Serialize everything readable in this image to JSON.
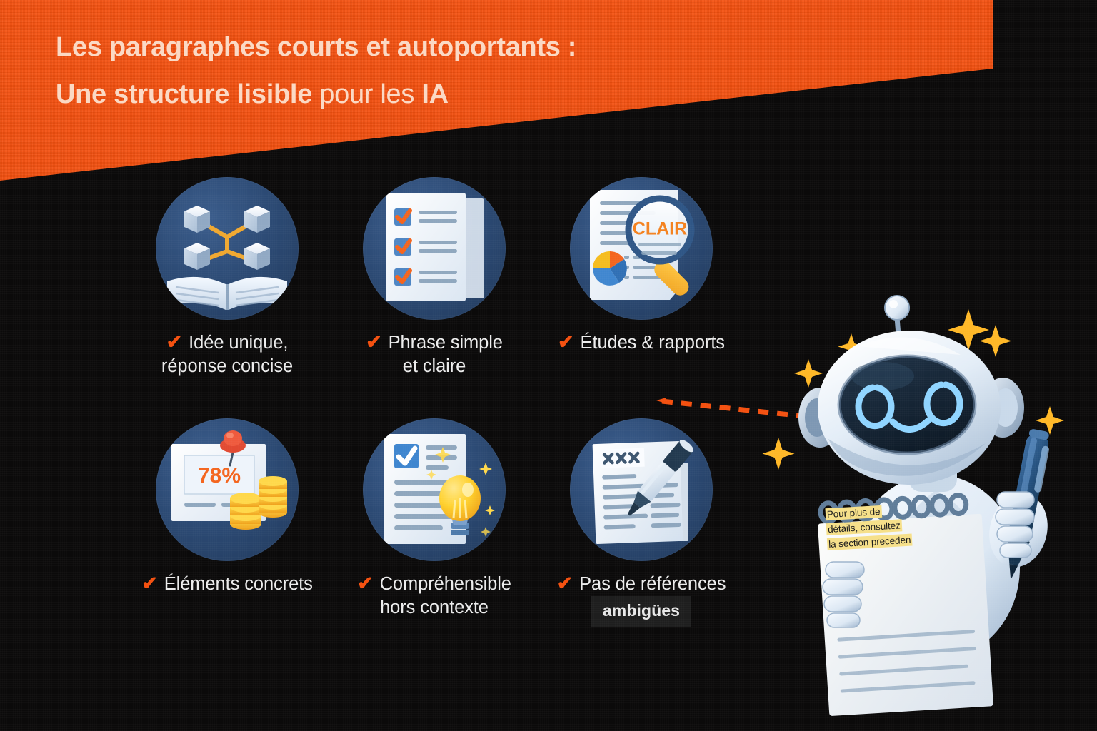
{
  "colors": {
    "banner": "#f4500f",
    "background": "#0b0a0a",
    "accent_orange": "#f4500f",
    "title_text": "#fbd9c4",
    "circle_blue": "#2c4a74",
    "caption_text": "#ececec",
    "highlight_yellow": "#f6e08a",
    "pill_background": "#1e1e1e"
  },
  "header": {
    "title_line1": "Les paragraphes courts et autoportants :",
    "title_line2_bold": "Une structure lisible",
    "title_line2_regular": " pour les ",
    "title_line2_bold2": "IA"
  },
  "items": [
    {
      "icon": "network-cubes-open-book-icon",
      "caption_line1": "Idée unique,",
      "caption_line2": "réponse concise",
      "check": "✔"
    },
    {
      "icon": "checklist-document-icon",
      "caption_line1": "Phrase simple",
      "caption_line2": "et claire",
      "check": "✔"
    },
    {
      "icon": "magnifier-report-icon",
      "icon_label": "CLAIR",
      "caption_line1": "Études & rapports",
      "caption_line2": "",
      "check": "✔"
    },
    {
      "icon": "pinned-chart-coins-icon",
      "icon_label": "78%",
      "caption_line1": "Éléments concrets",
      "caption_line2": "",
      "check": "✔"
    },
    {
      "icon": "document-lightbulb-icon",
      "caption_line1": "Compréhensible",
      "caption_line2": "hors contexte",
      "check": "✔"
    },
    {
      "icon": "crossed-out-document-pen-icon",
      "icon_label": "✕✕✕",
      "caption_line1": "Pas de références",
      "caption_line2": "ambigües",
      "caption_line2_styled": true,
      "check": "✔"
    }
  ],
  "robot": {
    "name": "ai-robot-mascot",
    "note_line1": "Pour plus de",
    "note_line2": "détails, consultez",
    "note_line3": "la section preceden"
  },
  "connector": {
    "name": "dashed-arrow-connector",
    "style": "dashed",
    "color": "#f4500f",
    "direction": "right-to-left"
  }
}
